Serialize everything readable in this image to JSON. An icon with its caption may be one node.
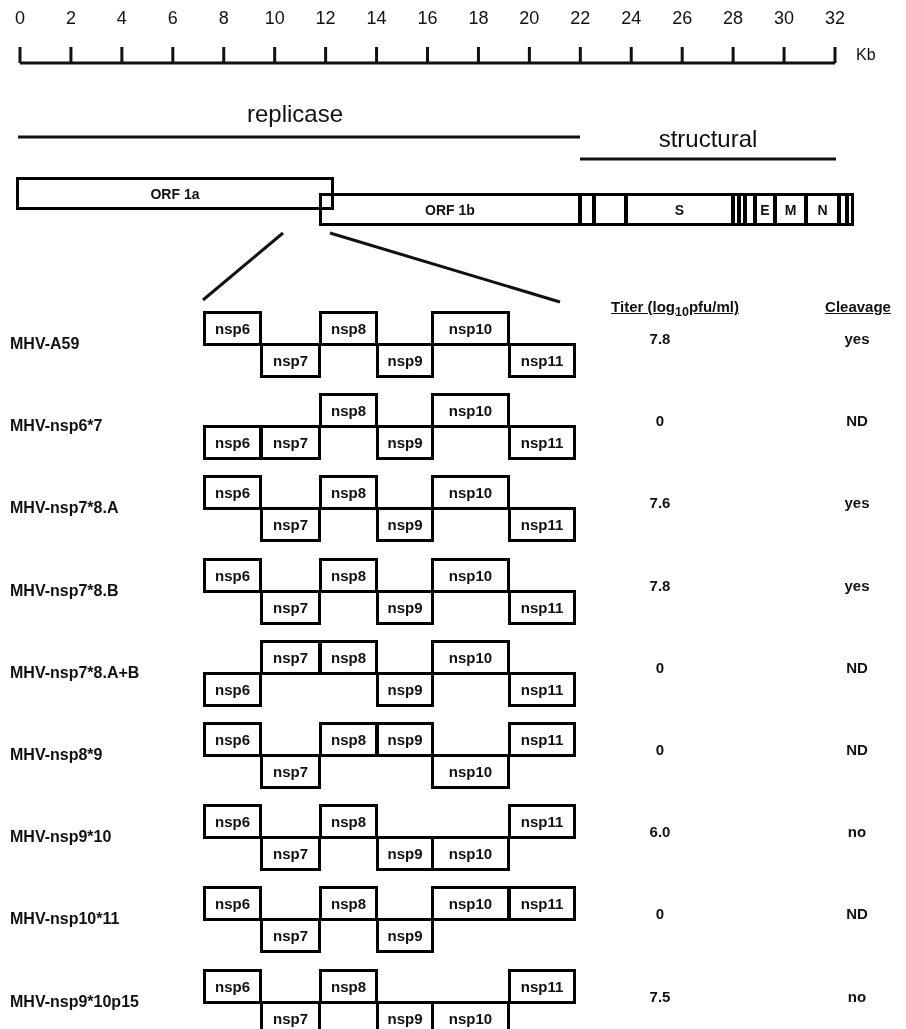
{
  "diagram": {
    "nodes": [
      {
        "text": [
          "ORF 1a"
        ]
      },
      {
        "text": [
          "ORF 1b"
        ]
      },
      {
        "text": [],
        "shape": "box"
      },
      {
        "text": [],
        "shape": "box"
      },
      {
        "text": [
          "S"
        ]
      },
      {
        "text": [],
        "shape": "box"
      },
      {
        "text": [],
        "shape": "box"
      },
      {
        "text": [],
        "shape": "box"
      },
      {
        "text": [
          "E"
        ]
      },
      {
        "text": [
          "M"
        ]
      },
      {
        "text": [
          "N"
        ]
      },
      {
        "text": [],
        "shape": "box"
      },
      {
        "text": [],
        "shape": "box"
      },
      {
        "text": [
          "nsp6"
        ]
      },
      {
        "text": [
          "nsp7"
        ]
      },
      {
        "text": [
          "nsp8"
        ]
      },
      {
        "text": [
          "nsp9"
        ]
      },
      {
        "text": [
          "nsp10"
        ]
      },
      {
        "text": [
          "nsp11"
        ]
      },
      {
        "text": [
          "nsp6"
        ]
      },
      {
        "text": [
          "nsp7"
        ]
      },
      {
        "text": [
          "nsp8"
        ]
      },
      {
        "text": [
          "nsp9"
        ]
      },
      {
        "text": [
          "nsp10"
        ]
      },
      {
        "text": [
          "nsp11"
        ]
      },
      {
        "text": [
          "nsp6"
        ]
      },
      {
        "text": [
          "nsp7"
        ]
      },
      {
        "text": [
          "nsp8"
        ]
      },
      {
        "text": [
          "nsp9"
        ]
      },
      {
        "text": [
          "nsp10"
        ]
      },
      {
        "text": [
          "nsp11"
        ]
      },
      {
        "text": [
          "nsp6"
        ]
      },
      {
        "text": [
          "nsp7"
        ]
      },
      {
        "text": [
          "nsp8"
        ]
      },
      {
        "text": [
          "nsp9"
        ]
      },
      {
        "text": [
          "nsp10"
        ]
      },
      {
        "text": [
          "nsp11"
        ]
      },
      {
        "text": [
          "nsp6"
        ]
      },
      {
        "text": [
          "nsp7"
        ]
      },
      {
        "text": [
          "nsp8"
        ]
      },
      {
        "text": [
          "nsp9"
        ]
      },
      {
        "text": [
          "nsp10"
        ]
      },
      {
        "text": [
          "nsp11"
        ]
      },
      {
        "text": [
          "nsp6"
        ]
      },
      {
        "text": [
          "nsp7"
        ]
      },
      {
        "text": [
          "nsp8"
        ]
      },
      {
        "text": [
          "nsp9"
        ]
      },
      {
        "text": [
          "nsp10"
        ]
      },
      {
        "text": [
          "nsp11"
        ]
      },
      {
        "text": [
          "nsp6"
        ]
      },
      {
        "text": [
          "nsp7"
        ]
      },
      {
        "text": [
          "nsp8"
        ]
      },
      {
        "text": [
          "nsp9"
        ]
      },
      {
        "text": [
          "nsp10"
        ]
      },
      {
        "text": [
          "nsp11"
        ]
      },
      {
        "text": [
          "nsp6"
        ]
      },
      {
        "text": [
          "nsp7"
        ]
      },
      {
        "text": [
          "nsp8"
        ]
      },
      {
        "text": [
          "nsp9"
        ]
      },
      {
        "text": [
          "nsp10"
        ]
      },
      {
        "text": [
          "nsp11"
        ]
      },
      {
        "text": [
          "nsp6"
        ]
      },
      {
        "text": [
          "nsp7"
        ]
      },
      {
        "text": [
          "nsp8"
        ]
      },
      {
        "text": [
          "nsp9"
        ]
      },
      {
        "text": [
          "nsp10"
        ]
      },
      {
        "text": [
          "nsp11"
        ]
      }
    ],
    "labels": [
      "0",
      "2",
      "4",
      "6",
      "8",
      "10",
      "12",
      "14",
      "16",
      "18",
      "20",
      "22",
      "24",
      "26",
      "28",
      "30",
      "32",
      "Kb",
      "replicase",
      "structural",
      "Titer (log$_{10}$pfu/ml)",
      "Cleavage",
      "MHV-A59",
      "7.8",
      "yes",
      "MHV-nsp6*7",
      "0",
      "ND",
      "MHV-nsp7*8.A",
      "7.6",
      "yes",
      "MHV-nsp7*8.B",
      "7.8",
      "yes",
      "MHV-nsp7*8.A+B",
      "0",
      "ND",
      "MHV-nsp8*9",
      "0",
      "ND",
      "MHV-nsp9*10",
      "6.0",
      "no",
      "MHV-nsp10*11",
      "0",
      "ND",
      "MHV-nsp9*10p15",
      "7.5",
      "no"
    ]
  }
}
